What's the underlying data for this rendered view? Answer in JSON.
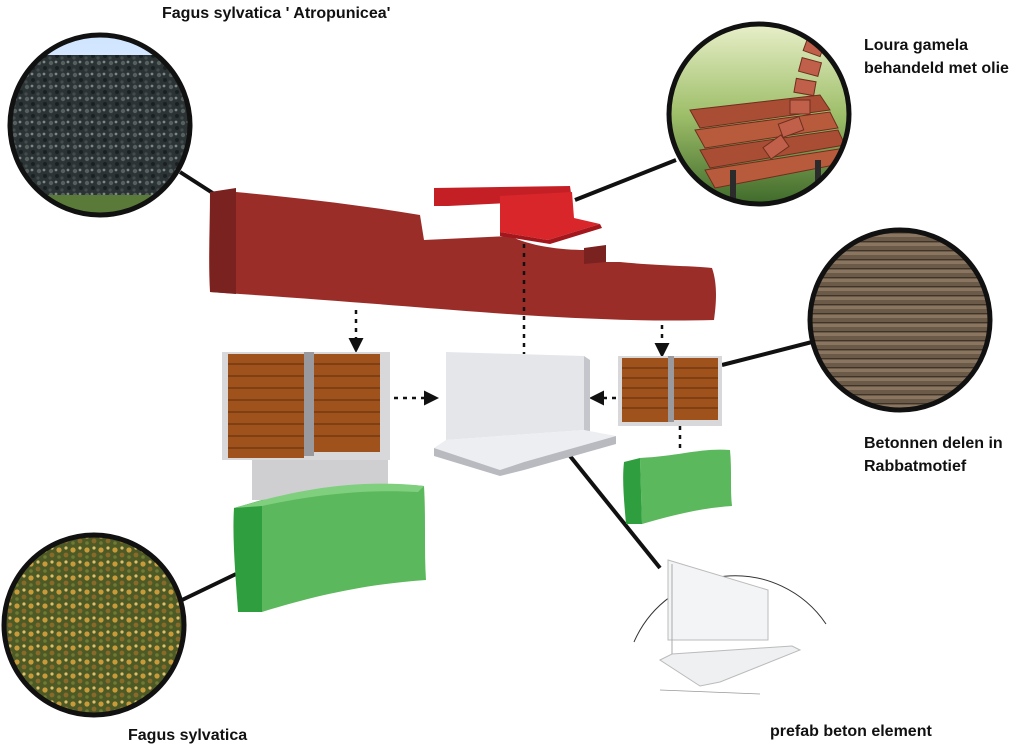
{
  "labels": {
    "hedge_top": "Fagus sylvatica ' Atropunicea'",
    "bench_line1": "Loura gamela",
    "bench_line2": "behandeld met olie",
    "concrete_line1": "Betonnen delen in",
    "concrete_line2": "Rabbatmotief",
    "hedge_bottom": "Fagus sylvatica",
    "prefab": "prefab beton element"
  },
  "colors": {
    "purple_hedge": "#9b2d29",
    "purple_hedge_dark": "#7a2220",
    "bench_red": "#d9262b",
    "wood_brown": "#a0521c",
    "green_hedge": "#5cb85c",
    "green_hedge_dark": "#2e9e3e",
    "concrete_grey": "#e4e6ea"
  }
}
